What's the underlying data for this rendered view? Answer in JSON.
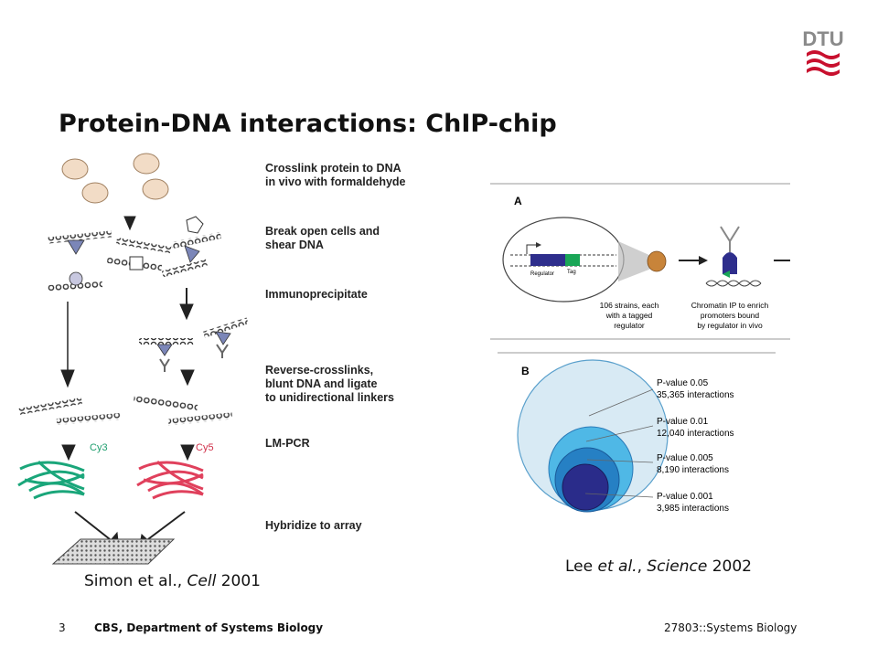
{
  "logo_text": "DTU",
  "title": "Protein-DNA interactions: ChIP-chip",
  "left_figure": {
    "steps": [
      "Crosslink protein to DNA\nin vivo with formaldehyde",
      "Break open cells and\nshear DNA",
      "Immunoprecipitate",
      "Reverse-crosslinks,\nblunt DNA and ligate\nto unidirectional linkers",
      "LM-PCR",
      "Hybridize to array"
    ],
    "dye_left": "Cy3",
    "dye_right": "Cy5"
  },
  "panel_a": {
    "label": "A",
    "regulator": "Regulator",
    "tag": "Tag",
    "caption_left": [
      "106 strains, each",
      "with a tagged",
      "regulator"
    ],
    "caption_right": [
      "Chromatin IP to enrich",
      "promoters bound",
      "by regulator in vivo"
    ]
  },
  "panel_b": {
    "label": "B",
    "levels": [
      {
        "pvalue": "P-value 0.05",
        "count": "35,365 interactions"
      },
      {
        "pvalue": "P-value 0.01",
        "count": "12,040 interactions"
      },
      {
        "pvalue": "P-value 0.005",
        "count": "8,190 interactions"
      },
      {
        "pvalue": "P-value 0.001",
        "count": "3,985 interactions"
      }
    ]
  },
  "citation_left": {
    "authors": "Simon et al., ",
    "journal": "Cell",
    "year": " 2001"
  },
  "citation_right": {
    "authors": "Lee ",
    "etal": "et al.",
    "sep": ", ",
    "journal": "Science",
    "year": " 2002"
  },
  "footer": {
    "page": "3",
    "dept": "CBS, Department of Systems Biology",
    "course": "27803::Systems Biology"
  }
}
